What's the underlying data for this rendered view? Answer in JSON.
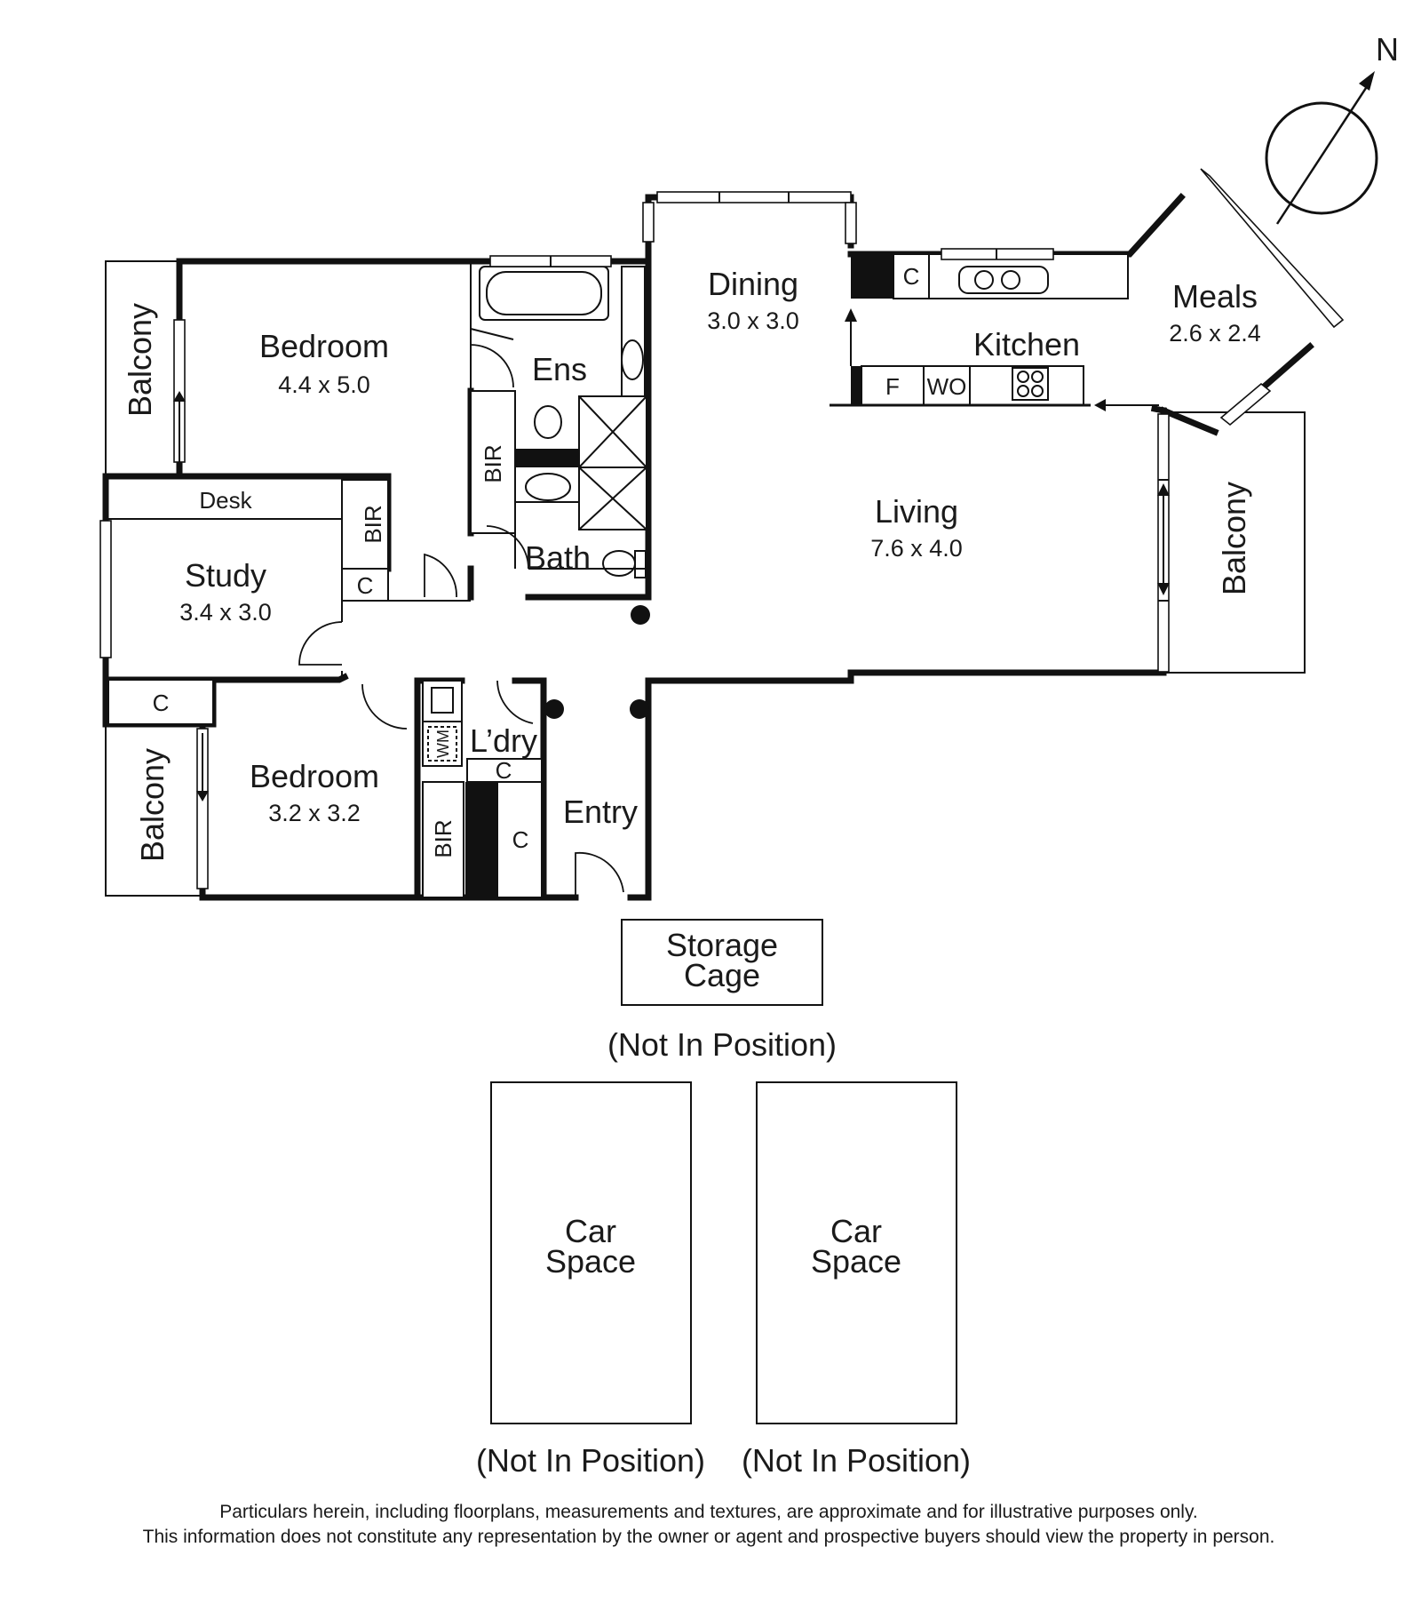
{
  "rooms": {
    "bedroom1": {
      "name": "Bedroom",
      "dims": "4.4 x 5.0"
    },
    "ensuite": {
      "name": "Ens"
    },
    "dining": {
      "name": "Dining",
      "dims": "3.0 x 3.0"
    },
    "kitchen": {
      "name": "Kitchen"
    },
    "meals": {
      "name": "Meals",
      "dims": "2.6 x 2.4"
    },
    "living": {
      "name": "Living",
      "dims": "7.6 x 4.0"
    },
    "study": {
      "name": "Study",
      "dims": "3.4 x 3.0"
    },
    "bedroom2": {
      "name": "Bedroom",
      "dims": "3.2 x 3.2"
    },
    "bath": {
      "name": "Bath"
    },
    "laundry": {
      "name": "L’dry"
    },
    "entry": {
      "name": "Entry"
    }
  },
  "fixtures": {
    "desk": "Desk",
    "bir": "BIR",
    "cupboard": "C",
    "fridge": "F",
    "wall_oven": "WO",
    "washing_machine": "WM"
  },
  "balconies": {
    "label": "Balcony"
  },
  "compass": {
    "north": "N"
  },
  "storage": {
    "line1": "Storage",
    "line2": "Cage",
    "note": "(Not In Position)"
  },
  "car_spaces": [
    {
      "line1": "Car",
      "line2": "Space",
      "note": "(Not In Position)"
    },
    {
      "line1": "Car",
      "line2": "Space",
      "note": "(Not In Position)"
    }
  ],
  "disclaimer": {
    "line1": "Particulars herein, including floorplans, measurements and textures, are approximate and for illustrative purposes only.",
    "line2": "This information does not constitute any representation by the owner or agent and prospective buyers should view the property in person."
  }
}
